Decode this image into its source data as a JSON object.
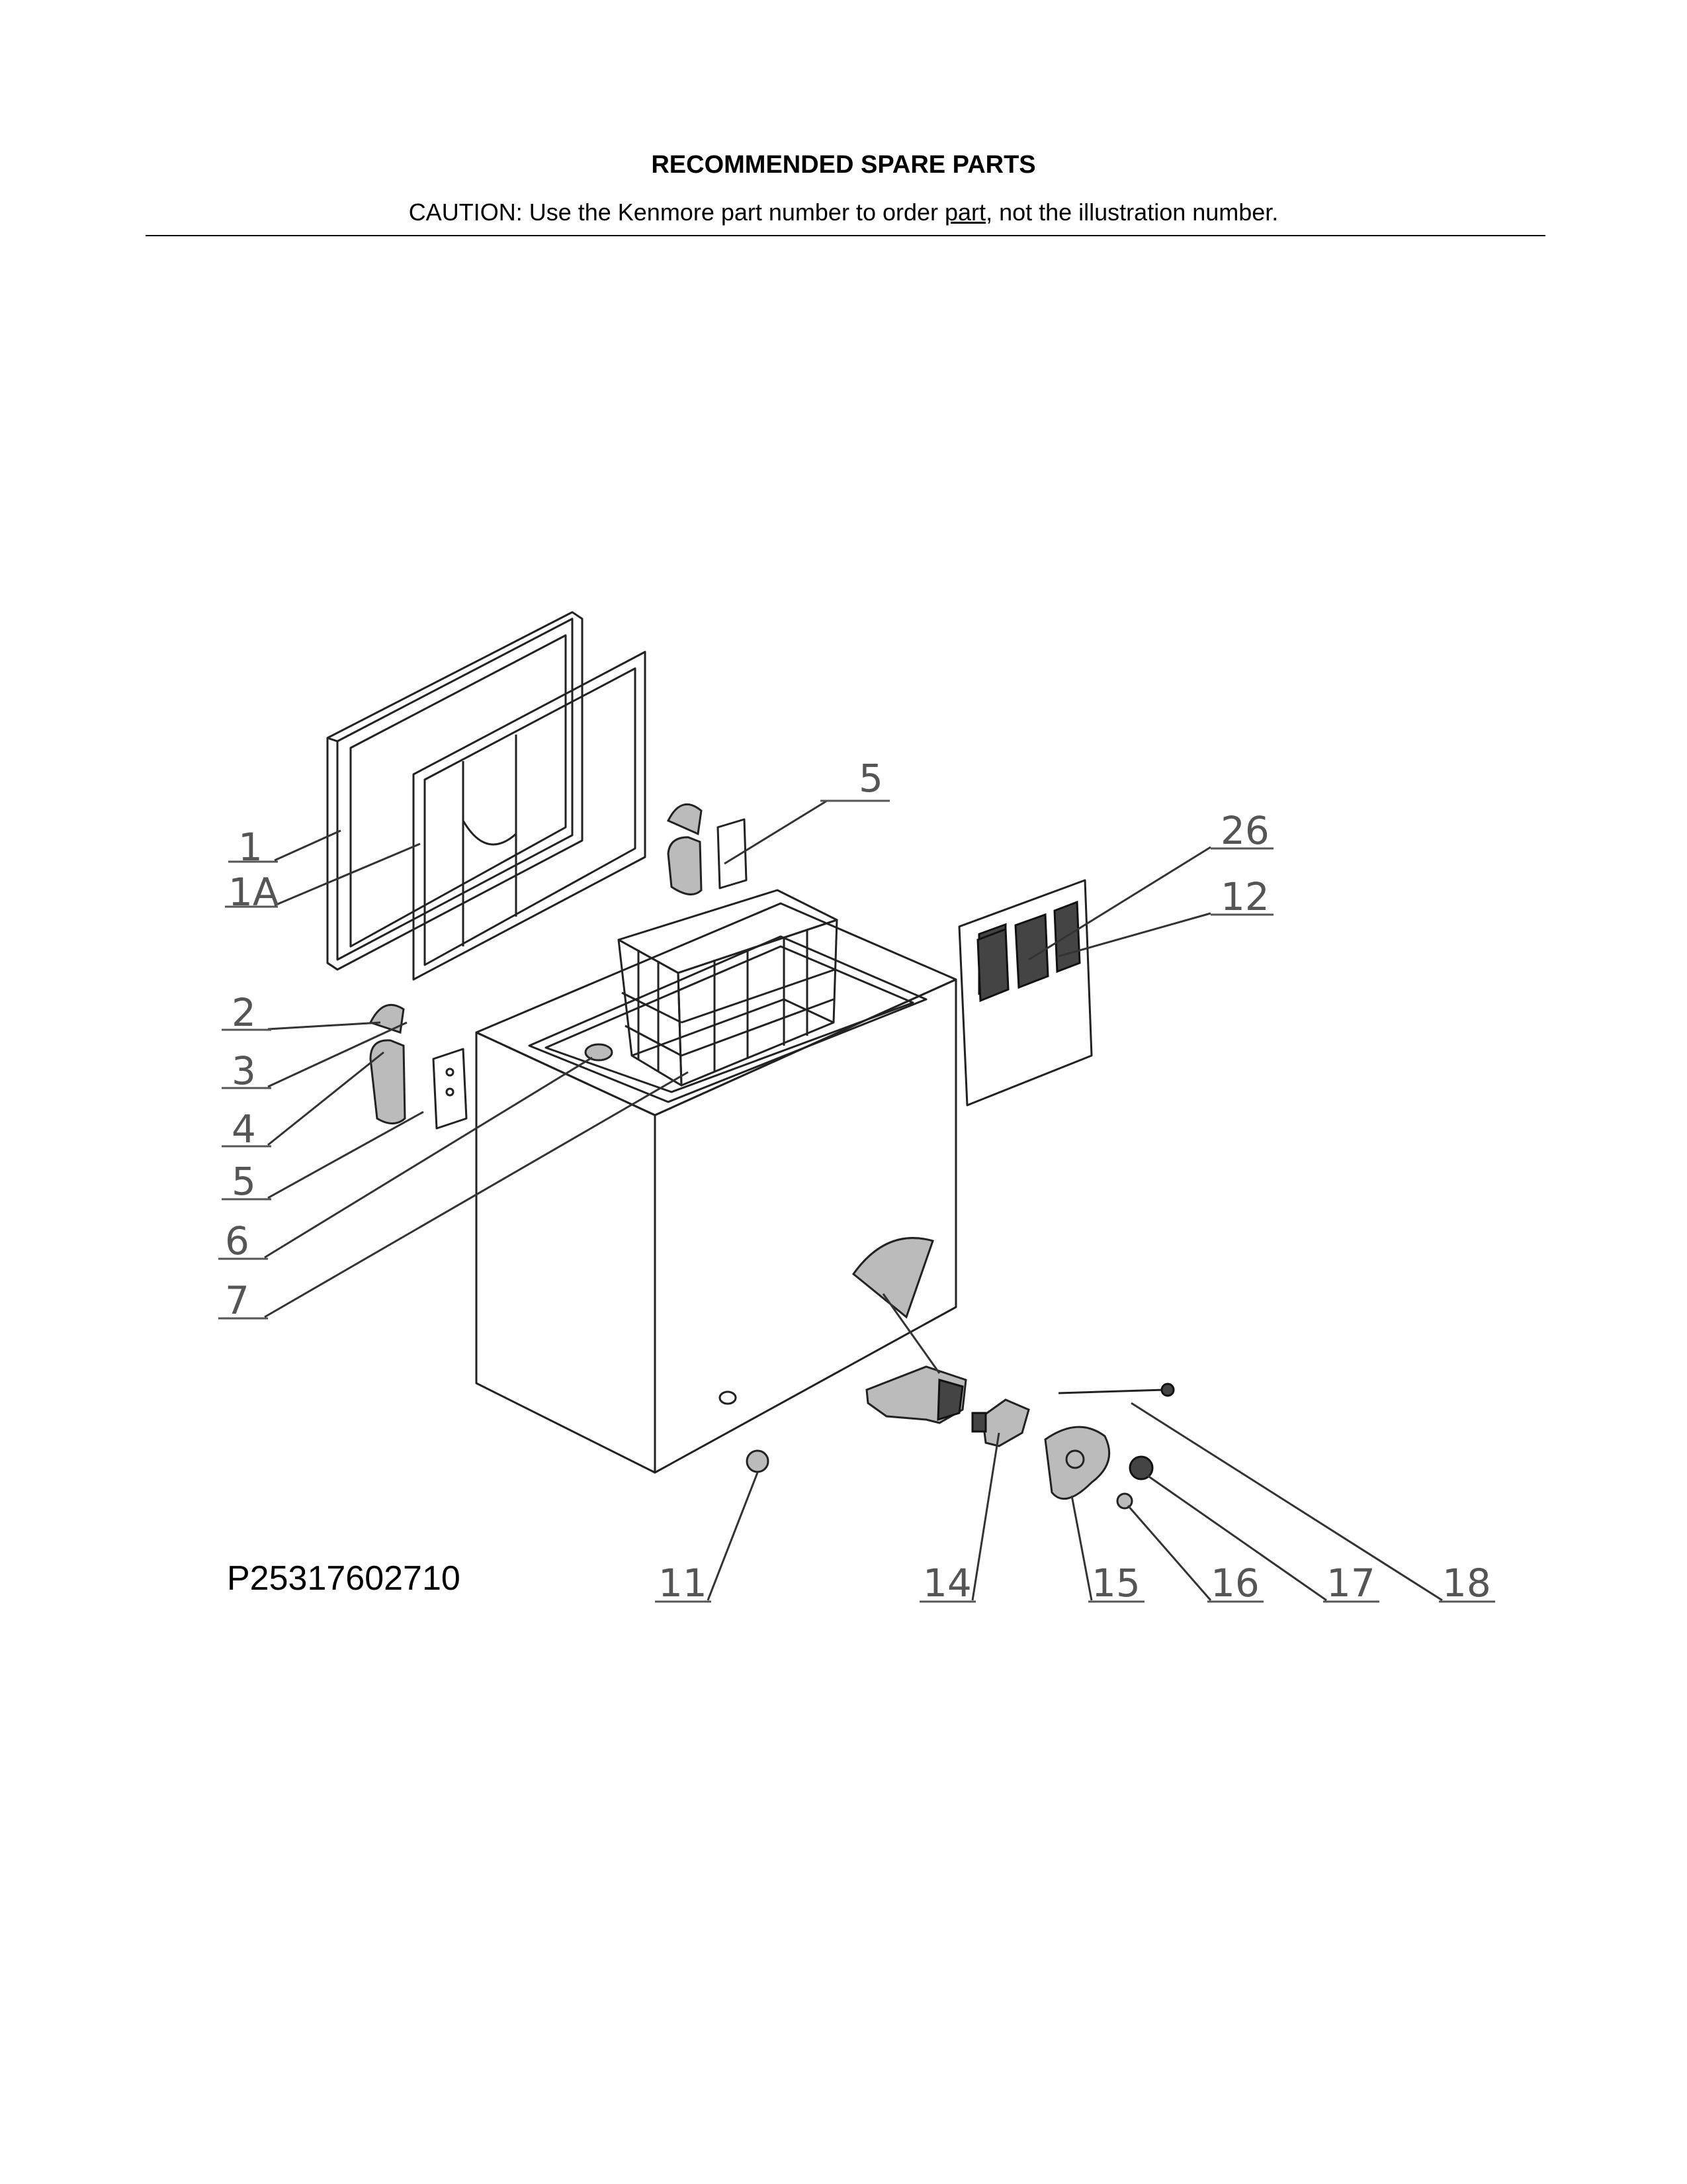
{
  "header": {
    "title": "RECOMMENDED SPARE PARTS",
    "caution_before": "CAUTION: Use the Kenmore part number to order ",
    "caution_underlined": "part",
    "caution_after": ", not the illustration number."
  },
  "diagram": {
    "code": "P25317602710",
    "callouts": {
      "c1": "1",
      "c1a": "1A",
      "c2": "2",
      "c3": "3",
      "c4": "4",
      "c5_left": "5",
      "c5_top": "5",
      "c6": "6",
      "c7": "7",
      "c26": "26",
      "c12": "12",
      "c11": "11",
      "c14": "14",
      "c15": "15",
      "c16": "16",
      "c17": "17",
      "c18": "18"
    }
  }
}
